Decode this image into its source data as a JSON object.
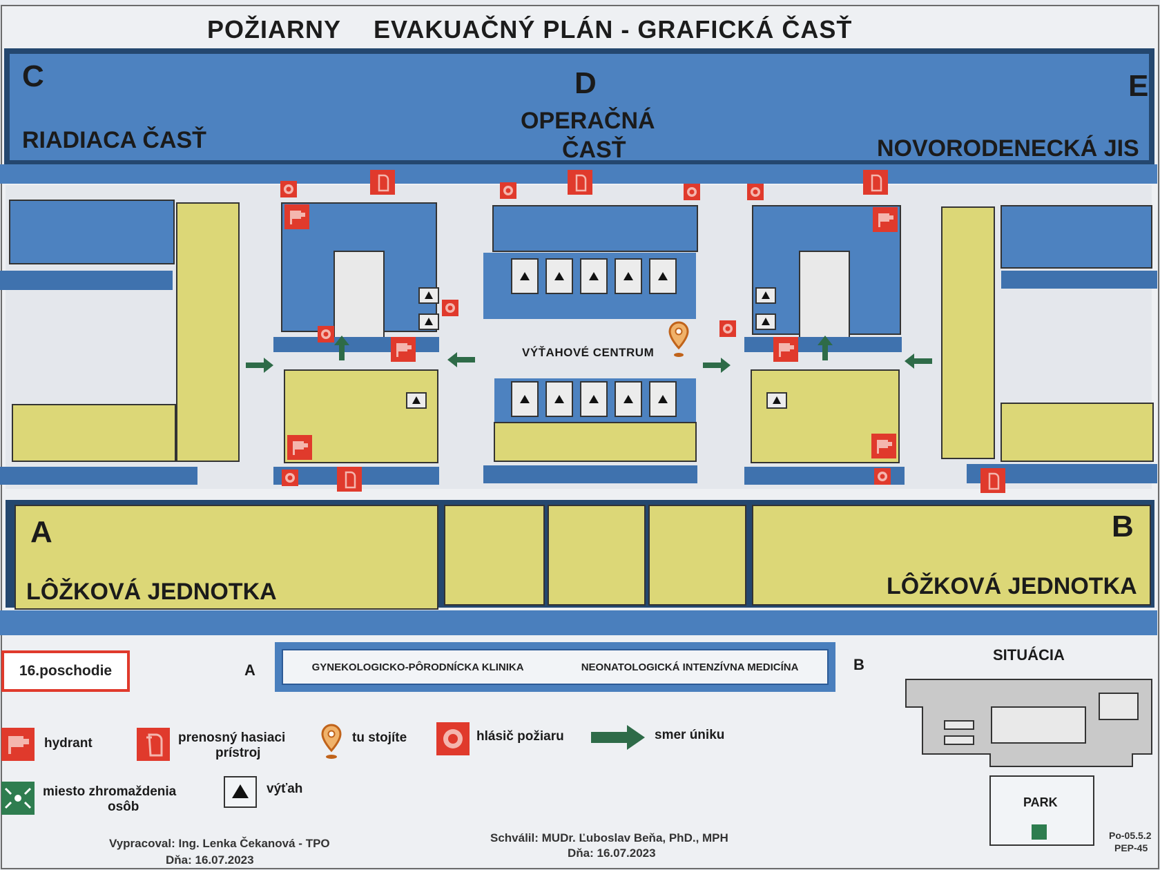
{
  "title": {
    "part1": "POŽIARNY",
    "part2": "EVAKUAČNÝ PLÁN - GRAFICKÁ ČASŤ"
  },
  "wings": {
    "c_letter": "C",
    "d_letter": "D",
    "e_letter": "E",
    "a_letter": "A",
    "b_letter": "B",
    "c_name": "RIADIACA ČASŤ",
    "d_name_line1": "OPERAČNÁ",
    "d_name_line2": "ČASŤ",
    "e_name": "NOVORODENECKÁ JIS",
    "a_name": "LÔŽKOVÁ JEDNOTKA",
    "b_name": "LÔŽKOVÁ JEDNOTKA"
  },
  "center_label": "VÝŤAHOVÉ CENTRUM",
  "floor": "16.poschodie",
  "banner": {
    "left_letter": "A",
    "right_letter": "B",
    "left_text": "GYNEKOLOGICKO-PÔRODNÍCKA KLINIKA",
    "right_text": "NEONATOLOGICKÁ INTENZÍVNA MEDICÍNA"
  },
  "legend": {
    "hydrant": "hydrant",
    "extinguisher_line1": "prenosný hasiaci",
    "extinguisher_line2": "prístroj",
    "you_are_here": "tu stojíte",
    "fire_alarm": "hlásič požiaru",
    "escape": "smer úniku",
    "assembly_line1": "miesto zhromaždenia",
    "assembly_line2": "osôb",
    "elevator": "výťah"
  },
  "situation": {
    "title": "SITUÁCIA",
    "park": "PARK"
  },
  "footer": {
    "prepared": "Vypracoval: Ing. Lenka Čekanová - TPO",
    "prepared_date": "Dňa: 16.07.2023",
    "approved": "Schválil: MUDr. Ľuboslav Beňa, PhD., MPH",
    "approved_date": "Dňa: 16.07.2023",
    "code1": "Po-05.5.2",
    "code2": "PEP-45"
  },
  "colors": {
    "blue": "#4a7fbd",
    "yellow": "#dcd777",
    "red": "#e03a2c",
    "green": "#2e7d4f",
    "orange": "#e07a22",
    "corridor": "#e6e8ec"
  }
}
